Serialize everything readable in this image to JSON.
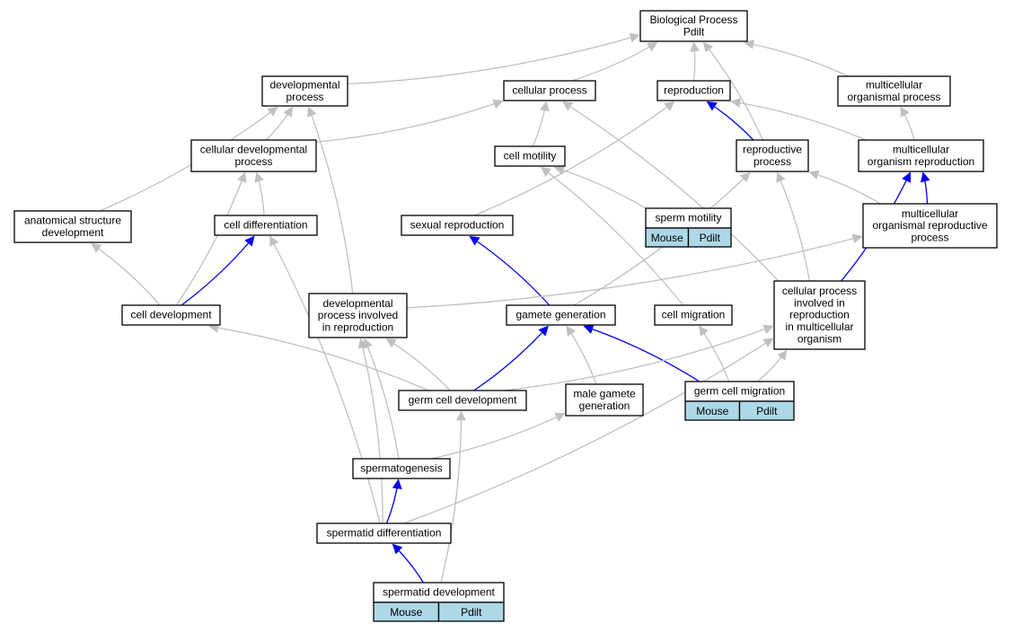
{
  "colors": {
    "edge_gray": "#c0c0c0",
    "edge_blue": "#0000ee",
    "cell_fill": "#add8e6"
  },
  "nodes": {
    "bp": {
      "lines": [
        "Biological Process",
        "Pdilt"
      ]
    },
    "dp": {
      "lines": [
        "developmental",
        "process"
      ]
    },
    "cp": {
      "lines": [
        "cellular process"
      ]
    },
    "rep": {
      "lines": [
        "reproduction"
      ]
    },
    "mop": {
      "lines": [
        "multicellular",
        "organismal process"
      ]
    },
    "cdp": {
      "lines": [
        "cellular developmental",
        "process"
      ]
    },
    "cm": {
      "lines": [
        "cell motility"
      ]
    },
    "rp": {
      "lines": [
        "reproductive",
        "process"
      ]
    },
    "mor": {
      "lines": [
        "multicellular",
        "organism reproduction"
      ]
    },
    "asd": {
      "lines": [
        "anatomical structure",
        "development"
      ]
    },
    "cdiff": {
      "lines": [
        "cell differentiation"
      ]
    },
    "sr": {
      "lines": [
        "sexual reproduction"
      ]
    },
    "smot": {
      "lines": [
        "sperm motility"
      ],
      "cells": [
        "Mouse",
        "Pdilt"
      ]
    },
    "morp": {
      "lines": [
        "multicellular",
        "organismal reproductive",
        "process"
      ]
    },
    "cdev": {
      "lines": [
        "cell development"
      ]
    },
    "dpir": {
      "lines": [
        "developmental",
        "process involved",
        "in reproduction"
      ]
    },
    "gg": {
      "lines": [
        "gamete generation"
      ]
    },
    "cmig": {
      "lines": [
        "cell migration"
      ]
    },
    "cpir": {
      "lines": [
        "cellular process",
        "involved in",
        "reproduction",
        "in multicellular",
        "organism"
      ]
    },
    "gcd": {
      "lines": [
        "germ cell development"
      ]
    },
    "mgg": {
      "lines": [
        "male gamete",
        "generation"
      ]
    },
    "gcm": {
      "lines": [
        "germ cell migration"
      ],
      "cells": [
        "Mouse",
        "Pdilt"
      ]
    },
    "sg": {
      "lines": [
        "spermatogenesis"
      ]
    },
    "sdiff": {
      "lines": [
        "spermatid differentiation"
      ]
    },
    "sdev": {
      "lines": [
        "spermatid development"
      ],
      "cells": [
        "Mouse",
        "Pdilt"
      ]
    }
  },
  "edges": [
    {
      "from": "dp",
      "to": "bp",
      "color": "gray"
    },
    {
      "from": "cp",
      "to": "bp",
      "color": "gray"
    },
    {
      "from": "rep",
      "to": "bp",
      "color": "gray"
    },
    {
      "from": "rp",
      "to": "bp",
      "color": "gray"
    },
    {
      "from": "mop",
      "to": "bp",
      "color": "gray"
    },
    {
      "from": "cdp",
      "to": "dp",
      "color": "gray"
    },
    {
      "from": "cdp",
      "to": "cp",
      "color": "gray"
    },
    {
      "from": "asd",
      "to": "dp",
      "color": "gray"
    },
    {
      "from": "dpir",
      "to": "dp",
      "color": "gray"
    },
    {
      "from": "cm",
      "to": "cp",
      "color": "gray"
    },
    {
      "from": "cpir",
      "to": "cp",
      "color": "gray"
    },
    {
      "from": "sr",
      "to": "rep",
      "color": "gray"
    },
    {
      "from": "rp",
      "to": "rep",
      "color": "blue"
    },
    {
      "from": "mor",
      "to": "rep",
      "color": "gray"
    },
    {
      "from": "mor",
      "to": "mop",
      "color": "gray"
    },
    {
      "from": "morp",
      "to": "rp",
      "color": "gray"
    },
    {
      "from": "gg",
      "to": "rp",
      "color": "gray"
    },
    {
      "from": "cpir",
      "to": "rp",
      "color": "gray"
    },
    {
      "from": "morp",
      "to": "mor",
      "color": "blue"
    },
    {
      "from": "cpir",
      "to": "mor",
      "color": "blue"
    },
    {
      "from": "cdev",
      "to": "cdp",
      "color": "gray"
    },
    {
      "from": "cdiff",
      "to": "cdp",
      "color": "gray"
    },
    {
      "from": "cdev",
      "to": "cdiff",
      "color": "blue"
    },
    {
      "from": "sdiff",
      "to": "cdiff",
      "color": "gray"
    },
    {
      "from": "cdev",
      "to": "asd",
      "color": "gray"
    },
    {
      "from": "smot",
      "to": "cm",
      "color": "gray"
    },
    {
      "from": "cmig",
      "to": "cm",
      "color": "gray"
    },
    {
      "from": "gg",
      "to": "sr",
      "color": "blue"
    },
    {
      "from": "dpir",
      "to": "morp",
      "color": "gray"
    },
    {
      "from": "gcd",
      "to": "cdev",
      "color": "gray"
    },
    {
      "from": "gcd",
      "to": "dpir",
      "color": "gray"
    },
    {
      "from": "sg",
      "to": "dpir",
      "color": "gray"
    },
    {
      "from": "sdiff",
      "to": "dpir",
      "color": "gray"
    },
    {
      "from": "gcd",
      "to": "gg",
      "color": "blue"
    },
    {
      "from": "mgg",
      "to": "gg",
      "color": "gray"
    },
    {
      "from": "gcm",
      "to": "gg",
      "color": "blue"
    },
    {
      "from": "gcm",
      "to": "cmig",
      "color": "gray"
    },
    {
      "from": "gcd",
      "to": "cpir",
      "color": "gray"
    },
    {
      "from": "gcm",
      "to": "cpir",
      "color": "gray"
    },
    {
      "from": "sdiff",
      "to": "cpir",
      "color": "gray"
    },
    {
      "from": "sg",
      "to": "mgg",
      "color": "gray"
    },
    {
      "from": "sdiff",
      "to": "sg",
      "color": "blue"
    },
    {
      "from": "sdev",
      "to": "sdiff",
      "color": "blue"
    },
    {
      "from": "sdev",
      "to": "gcd",
      "color": "gray"
    }
  ]
}
